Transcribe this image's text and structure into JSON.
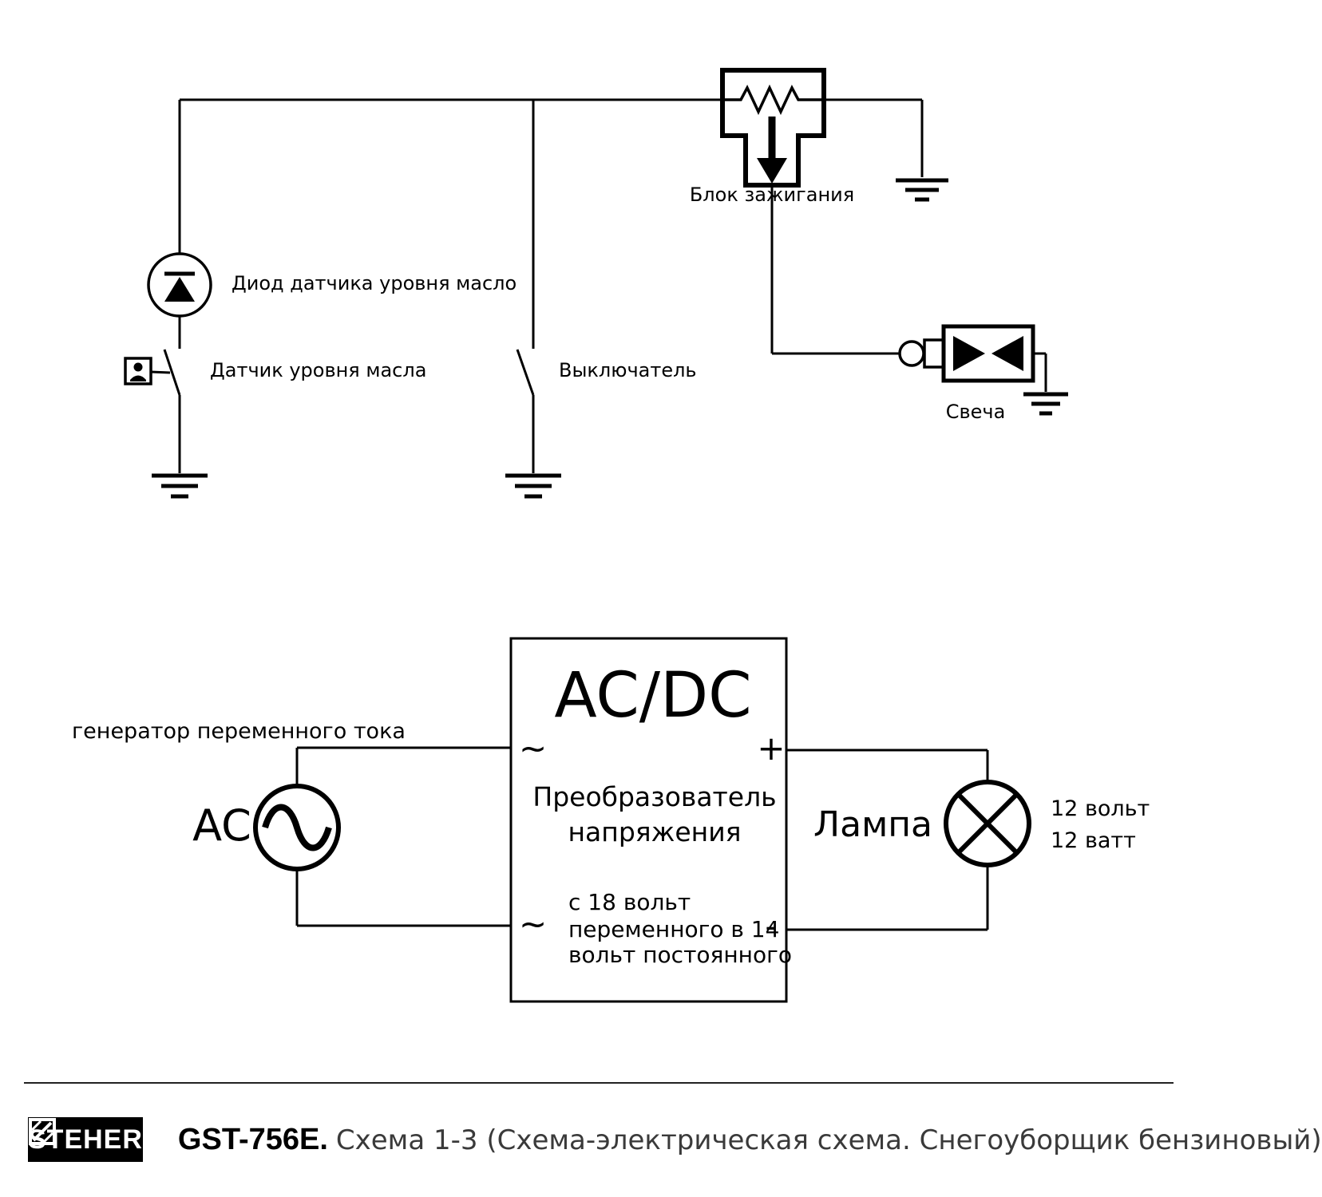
{
  "top_circuit": {
    "ignition_block_label": "Блок зажигания",
    "diode_label": "Диод датчика уровня масло",
    "oil_sensor_label": "Датчик уровня масла",
    "switch_label": "Выключатель",
    "spark_plug_label": "Свеча"
  },
  "bottom_circuit": {
    "generator_label": "генератор переменного тока",
    "ac_source_label": "AC",
    "converter_title": "AC/DC",
    "terminal_tilde": "~",
    "terminal_plus": "+",
    "terminal_minus": "-",
    "converter_name_line1": "Преобразователь",
    "converter_name_line2": "напряжения",
    "converter_desc_line1": "с 18 вольт",
    "converter_desc_line2": "переменного в 14",
    "converter_desc_line3": "вольт постоянного",
    "lamp_label": "Лампа",
    "lamp_volts": "12 вольт",
    "lamp_watts": "12 ватт"
  },
  "footer": {
    "brand": "STEHER",
    "model": "GST-756E.",
    "caption": "Схема 1-3 (Схема-электрическая схема. Снегоуборщик бензиновый)"
  },
  "colors": {
    "ink": "#000000",
    "background": "#ffffff",
    "caption_gray": "#3a3a3a"
  }
}
